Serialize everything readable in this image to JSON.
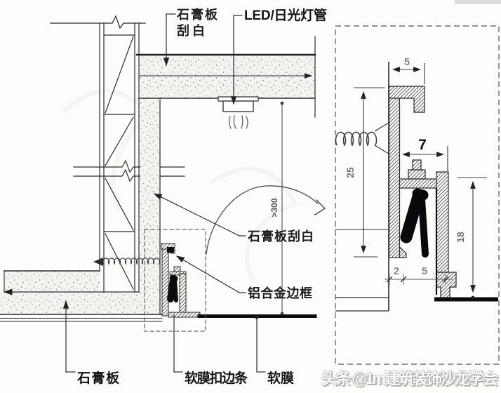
{
  "main_view": {
    "labels": {
      "gypsum_skim_top_line1": "石膏板",
      "gypsum_skim_top_line2": "刮白",
      "led_tube": "LED/日光灯管",
      "gypsum_skim_mid": "石膏板刮白",
      "aluminum_frame": "铝合金边框",
      "gypsum_board": "石膏板",
      "film_clip_strip": "软膜扣边条",
      "soft_film": "软膜"
    },
    "dimensions": {
      "cavity_height": ">300"
    }
  },
  "detail_view": {
    "dimensions": {
      "top_width": "5",
      "back_height": "25",
      "profile_depth": "7",
      "face_height": "18",
      "bottom_plate": "2",
      "bottom_channel": "5"
    }
  },
  "watermark": {
    "text": "头条 @1m建筑装饰沙龙学会"
  },
  "colors": {
    "line": "#2b2b2b",
    "dash": "#6e6e6e",
    "stipple_dot": "#8f8f8f",
    "hatch": "#4a4a4a",
    "film_black": "#0c0c0c",
    "dim_gray": "#8a8a8a",
    "background": "#fdfdfc"
  }
}
